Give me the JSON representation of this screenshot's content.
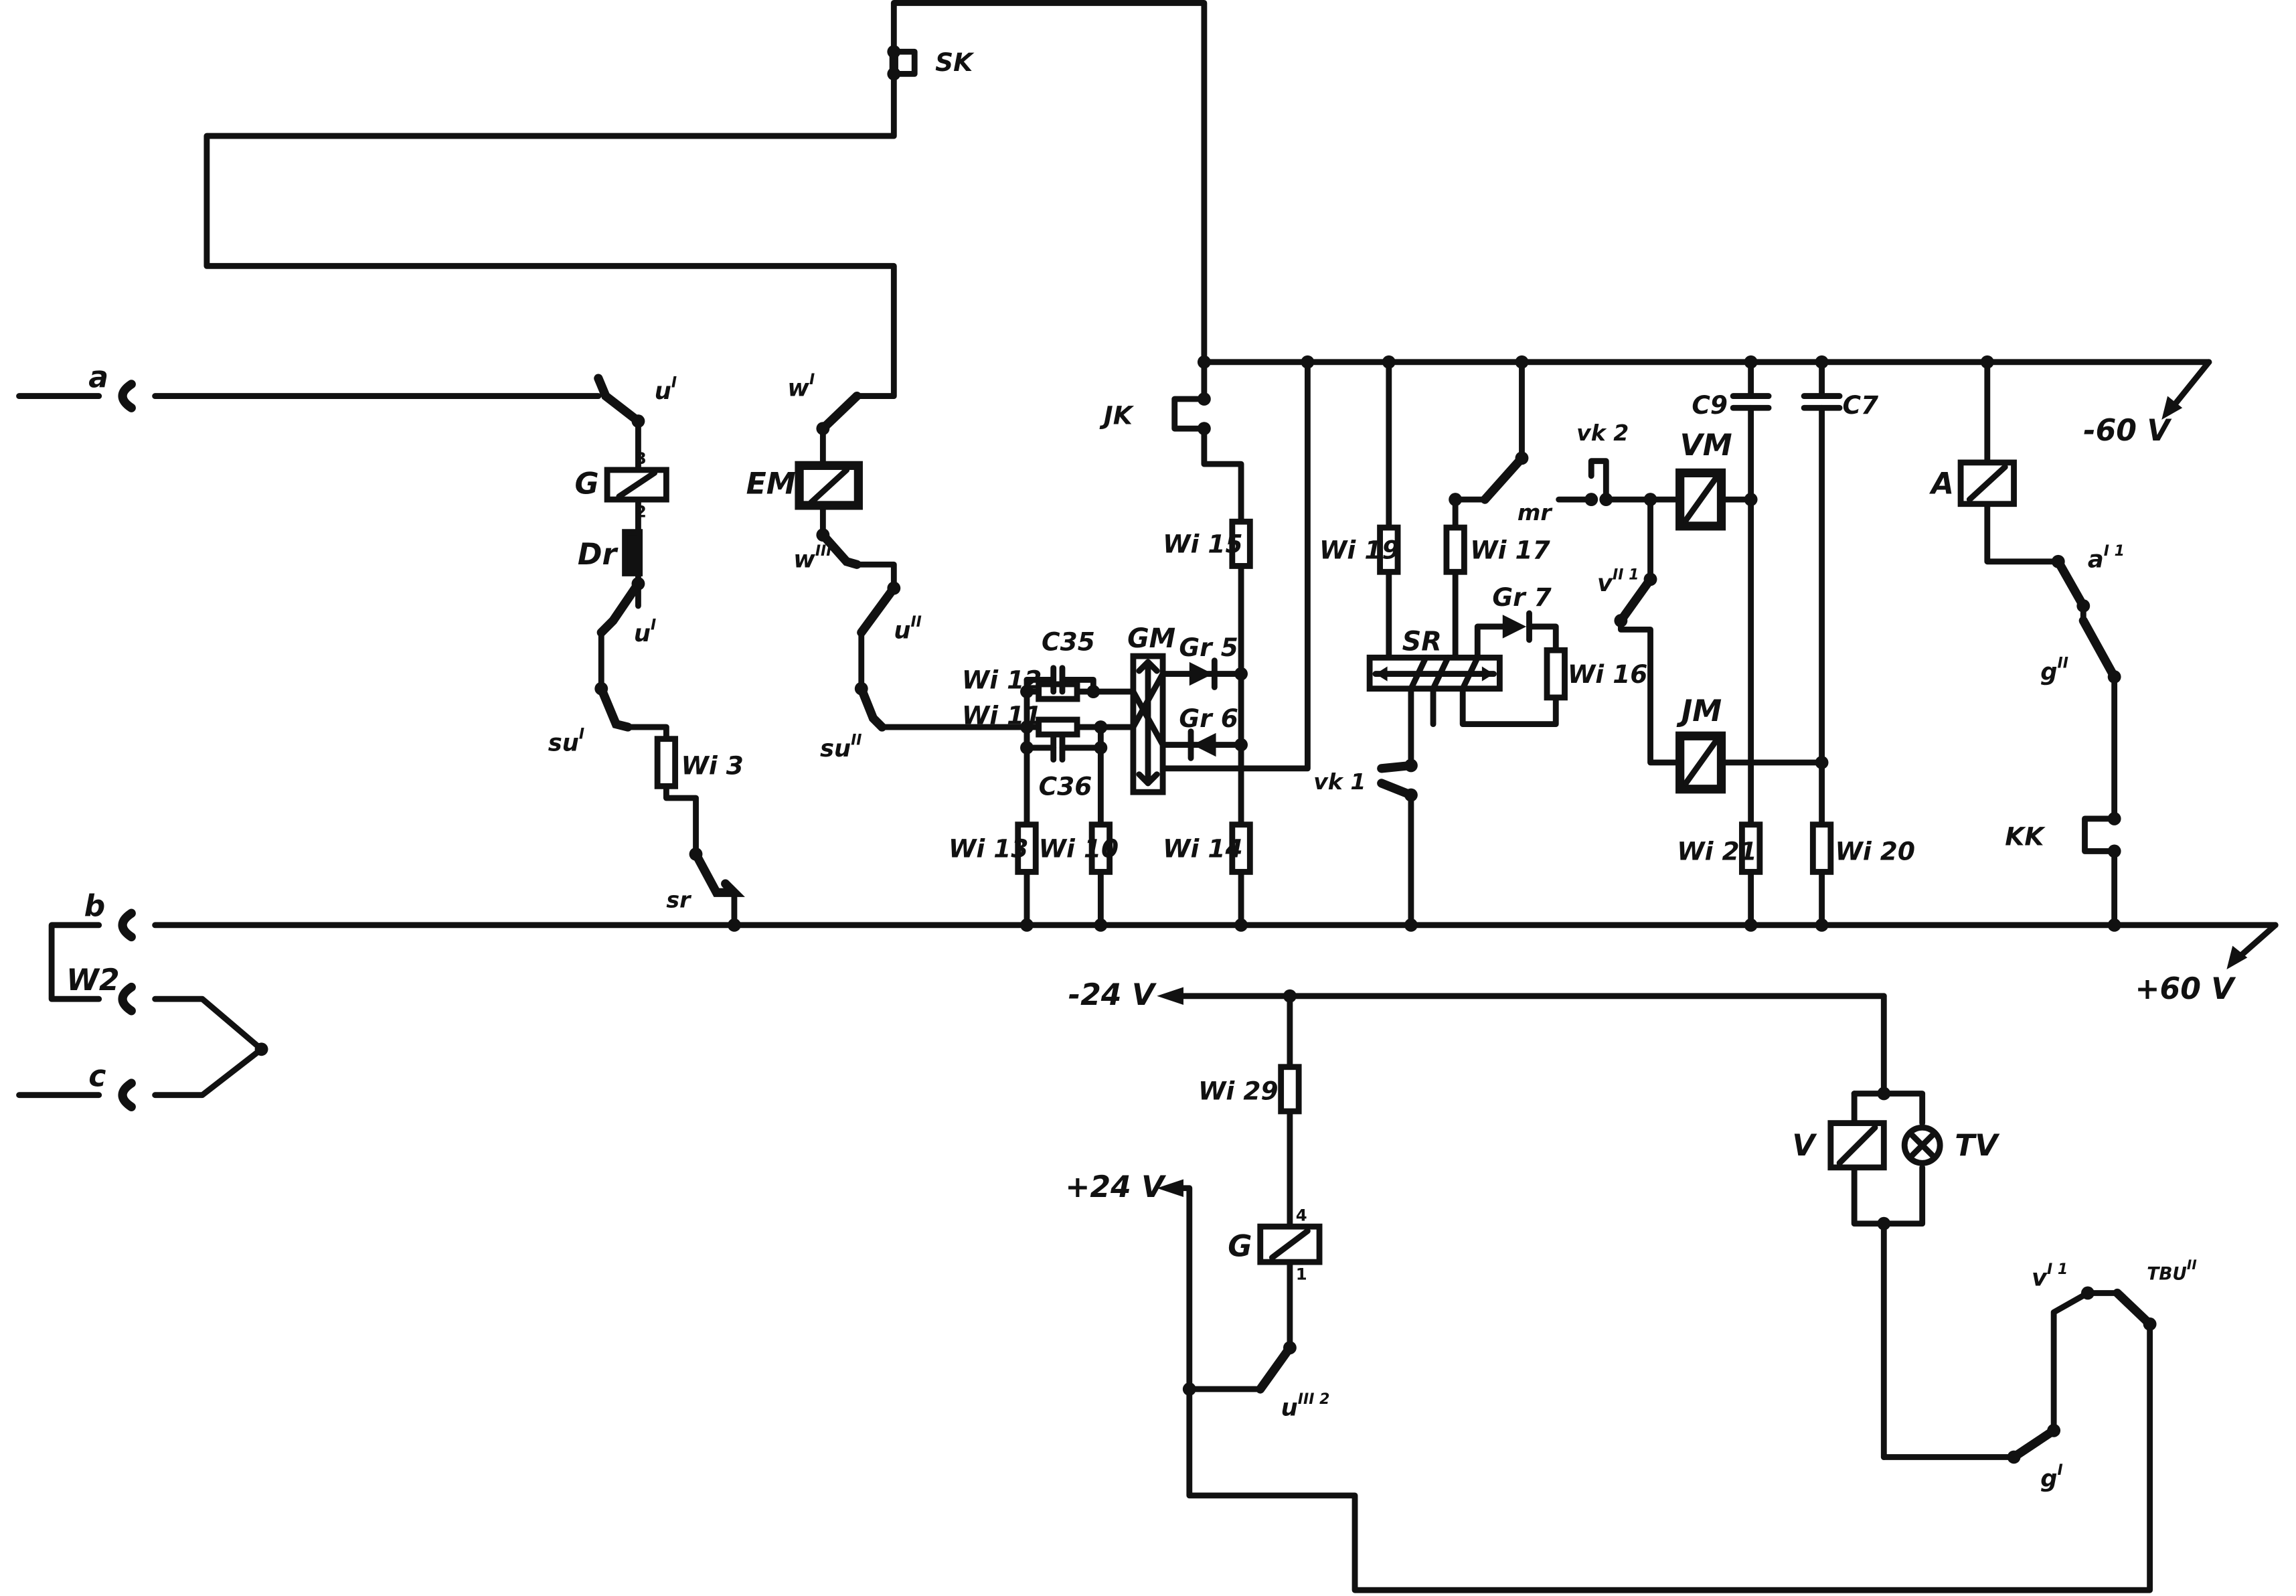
{
  "terminals": {
    "a": "a",
    "b": "b",
    "w2": "W2",
    "c": "c"
  },
  "supplies": {
    "minus60": "-60 V",
    "plus60": "+60 V",
    "minus24": "-24 V",
    "plus24": "+24 V"
  },
  "relays": {
    "g_upper": "G",
    "em": "EM",
    "vm": "VM",
    "jm": "JM",
    "a": "A",
    "v": "V",
    "g_lower": "G"
  },
  "lamp": "TV",
  "choke": "Dr",
  "resistors": {
    "wi3": "Wi 3",
    "wi10": "Wi 10",
    "wi11": "Wi 11",
    "wi12": "Wi 12",
    "wi13": "Wi 13",
    "wi14": "Wi 14",
    "wi15": "Wi 15",
    "wi16": "Wi 16",
    "wi17": "Wi 17",
    "wi19": "Wi 19",
    "wi20": "Wi 20",
    "wi21": "Wi 21",
    "wi29": "Wi 29"
  },
  "capacitors": {
    "c35": "C35",
    "c36": "C36",
    "c9": "C9",
    "c7": "C7"
  },
  "diodes": {
    "gr5": "Gr 5",
    "gr6": "Gr 6",
    "gr7": "Gr 7"
  },
  "blocks": {
    "gm": "GM",
    "sr": "SR"
  },
  "contacts": {
    "vsk": "SK",
    "jk": "JK",
    "kk": "KK",
    "vk1": "vk 1",
    "vk2": "vk 2",
    "mr": "mr",
    "u1_top": "u",
    "u1_top_sup": "I",
    "u1_mid": "u",
    "u1_mid_sup": "I",
    "su1_left": "su",
    "su1_left_sup": "I",
    "sr": "sr",
    "w1": "w",
    "w1_sup": "I",
    "w3": "w",
    "w3_sup": "III",
    "u2": "u",
    "u2_sup": "II",
    "su2": "su",
    "su2_sup": "II",
    "v2": "v",
    "v2_sup": "II 1",
    "a1": "a",
    "a1_sup": "I 1",
    "g2": "g",
    "g2_sup": "II",
    "u3": "u",
    "u3_sup": "III 2",
    "v1": "v",
    "v1_sup": "I 1",
    "tbu": "TBU",
    "tbu_sup": "II",
    "g1": "g",
    "g1_sup": "I"
  },
  "pins": {
    "p3": "3",
    "p2": "2",
    "p4": "4",
    "p1": "1"
  }
}
